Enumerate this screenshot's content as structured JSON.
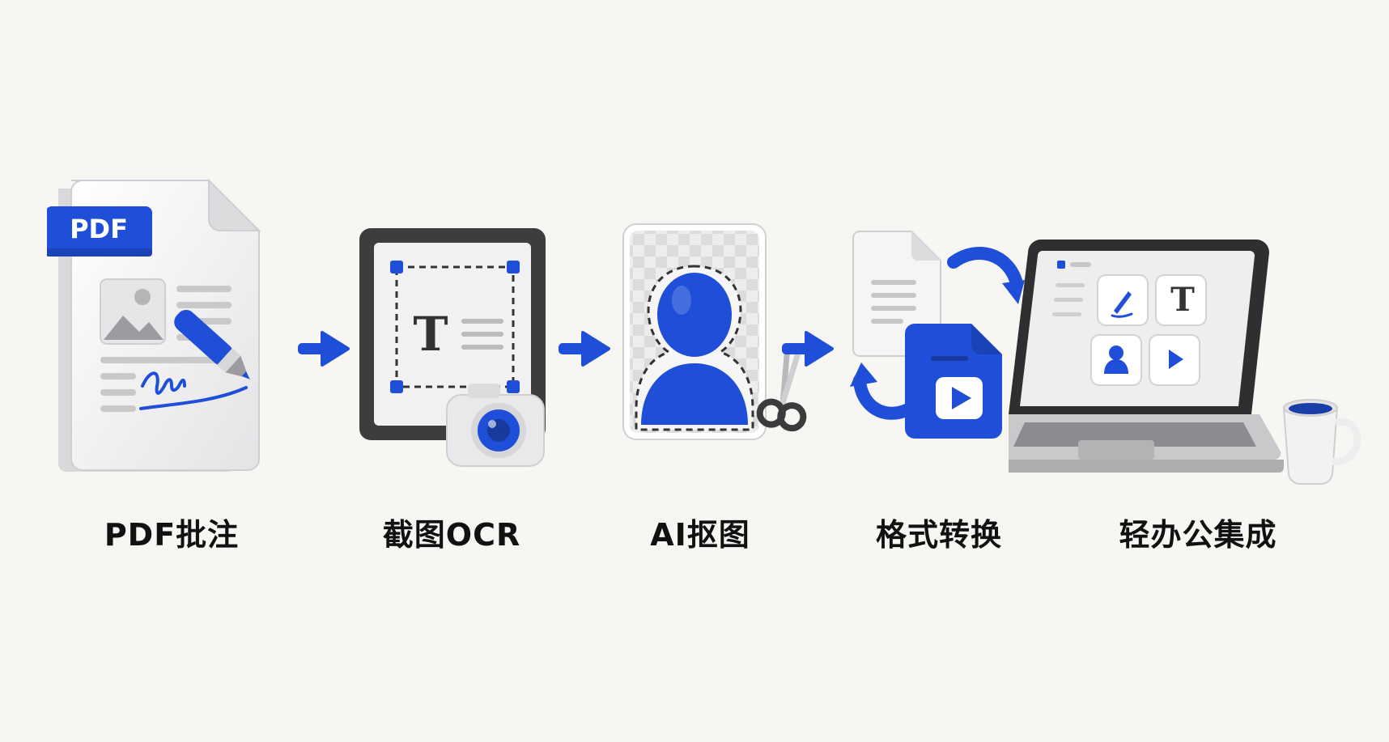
{
  "steps": [
    {
      "label": "PDF批注",
      "icon": "pdf-annotate-icon"
    },
    {
      "label": "截图OCR",
      "icon": "screenshot-ocr-icon"
    },
    {
      "label": "AI抠图",
      "icon": "ai-cutout-icon"
    },
    {
      "label": "格式转换",
      "icon": "format-convert-icon"
    },
    {
      "label": "轻办公集成",
      "icon": "light-office-suite-icon"
    }
  ],
  "pdf_badge": "PDF",
  "ocr_glyph": "T",
  "suite_text_glyph": "T",
  "colors": {
    "accent": "#1f4fd8",
    "background": "#f7f6f3",
    "label": "#111111"
  }
}
